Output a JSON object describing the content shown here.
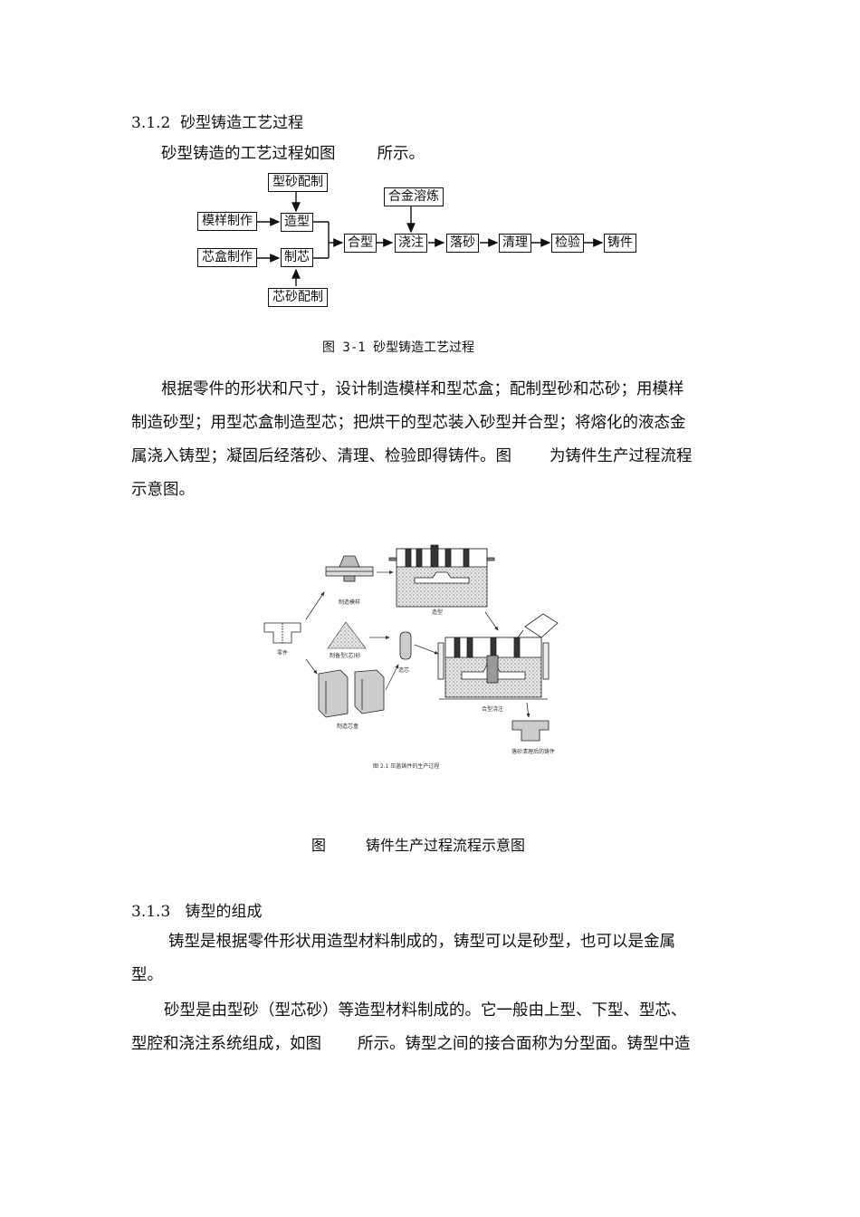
{
  "section_312": {
    "number": "3.1.2",
    "title": "砂型铸造工艺过程"
  },
  "intro": {
    "before": "砂型铸造的工艺过程如图",
    "after": "所示。"
  },
  "flow": {
    "xingsha": "型砂配制",
    "muyang": "模样制作",
    "zaoxing": "造型",
    "xinhe": "芯盒制作",
    "zhixin": "制芯",
    "xinsha": "芯砂配制",
    "hexing": "合型",
    "hejin": "合金溶炼",
    "jiaozhu": "浇注",
    "luosha": "落砂",
    "qingli": "清理",
    "jianyan": "检验",
    "zhujian": "铸件"
  },
  "fig1_caption": "图 3-1  砂型铸造工艺过程",
  "para1": {
    "l1": "根据零件的形状和尺寸，设计制造模样和型芯盒；配制型砂和芯砂；用模样",
    "l2": "制造砂型；用型芯盒制造型芯；把烘干的型芯装入砂型并合型；将熔化的液态金",
    "l3a": "属浇入铸型；凝固后经落砂、清理、检验即得铸件。图",
    "l3b": "为铸件生产过程流程",
    "l4": "示意图。"
  },
  "illus": {
    "muyang": "制造模样",
    "zaoxing": "造型",
    "lingjian": "零件",
    "sha": "制备型(芯)砂",
    "xinzi": "造芯",
    "heixng": "合型浇注",
    "xinhe": "制造芯盒",
    "zhujian": "落砂清理后的铸件",
    "caption": "图 2.1  压盖铸件的生产过程"
  },
  "fig2_caption": {
    "a": "图",
    "b": "铸件生产过程流程示意图"
  },
  "section_313": {
    "number": "3.1.3",
    "title": "铸型的组成"
  },
  "para2": {
    "l1": "铸型是根据零件形状用造型材料制成的，铸型可以是砂型，也可以是金属",
    "l2": "型。"
  },
  "para3": {
    "l1": "砂型是由型砂（型芯砂）等造型材料制成的。它一般由上型、下型、型芯、",
    "l2a": "型腔和浇注系统组成，如图",
    "l2b": "所示。铸型之间的接合面称为分型面。铸型中造"
  }
}
